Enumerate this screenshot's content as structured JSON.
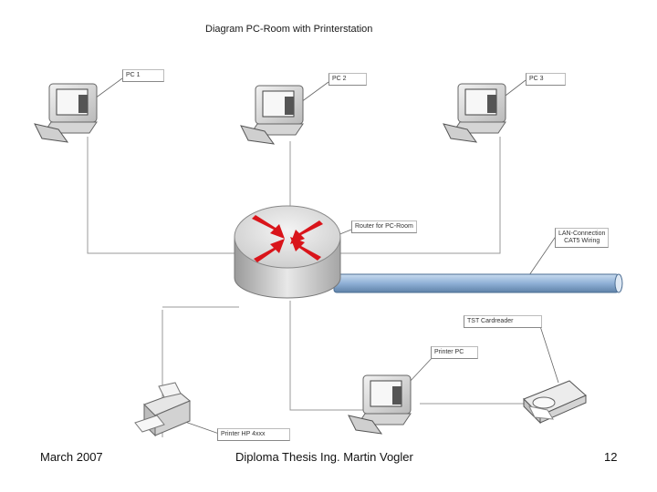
{
  "diagram": {
    "title": "Diagram PC-Room with Printerstation",
    "nodes": {
      "pc1": "PC 1",
      "pc2": "PC 2",
      "pc3": "PC 3",
      "router": "Router for PC-Room",
      "lan": [
        "LAN-Connection",
        "CAT5 Wiring"
      ],
      "cardreader": "TST Cardreader",
      "printer_pc": "Printer PC",
      "printer": "Printer HP 4xxx"
    }
  },
  "footer": {
    "date": "March 2007",
    "thesis": "Diploma Thesis Ing. Martin Vogler",
    "page": "12"
  },
  "colors": {
    "router_arrow": "#d9141a",
    "cable": "#8fb0d6",
    "connector_line": "#777777"
  },
  "icons": [
    "computer-icon",
    "router-icon",
    "printer-icon",
    "card-reader-icon"
  ]
}
